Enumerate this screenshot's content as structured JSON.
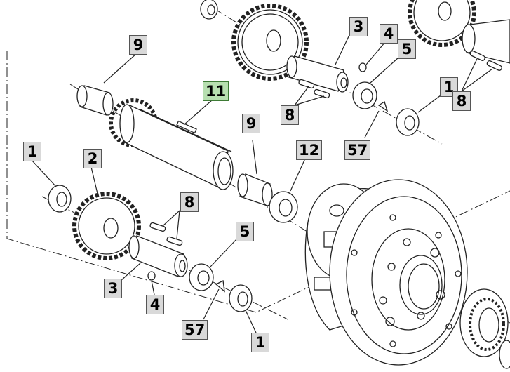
{
  "colors": {
    "line": "#222222",
    "callout_fill": "#d9d9d9",
    "callout_border": "#555555",
    "highlight_fill": "#b7dfb0",
    "highlight_border": "#3d7a35"
  },
  "callouts": [
    {
      "id": "c9a",
      "label": "9"
    },
    {
      "id": "c11",
      "label": "11",
      "highlighted": true
    },
    {
      "id": "c9b",
      "label": "9"
    },
    {
      "id": "c12",
      "label": "12"
    },
    {
      "id": "c1a",
      "label": "1"
    },
    {
      "id": "c2",
      "label": "2"
    },
    {
      "id": "c8a",
      "label": "8"
    },
    {
      "id": "c5a",
      "label": "5"
    },
    {
      "id": "c3a",
      "label": "3"
    },
    {
      "id": "c4a",
      "label": "4"
    },
    {
      "id": "c57a",
      "label": "57"
    },
    {
      "id": "c1b",
      "label": "1"
    },
    {
      "id": "c3b",
      "label": "3"
    },
    {
      "id": "c4b",
      "label": "4"
    },
    {
      "id": "c5b",
      "label": "5"
    },
    {
      "id": "c8b",
      "label": "8"
    },
    {
      "id": "c57b",
      "label": "57"
    },
    {
      "id": "c1c",
      "label": "1"
    },
    {
      "id": "c8c",
      "label": "8"
    }
  ]
}
